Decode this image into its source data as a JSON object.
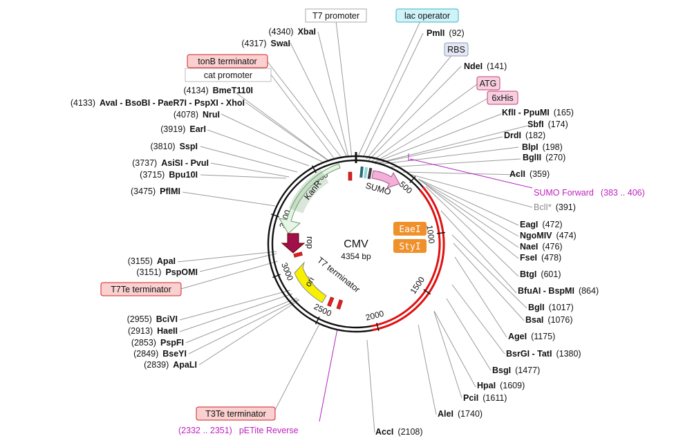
{
  "plasmid": {
    "name": "CMV",
    "length": "4354 bp",
    "total_bp": 4354
  },
  "colors": {
    "backbone": "#111111",
    "insert": "#e01010",
    "primer": "#b020c0",
    "line": "#9a9a9a"
  },
  "ticks": [
    {
      "bp": 500,
      "label": "500"
    },
    {
      "bp": 1000,
      "label": "1000"
    },
    {
      "bp": 1500,
      "label": "1500"
    },
    {
      "bp": 2000,
      "label": "2000"
    },
    {
      "bp": 2500,
      "label": "2500"
    },
    {
      "bp": 3000,
      "label": "3000"
    },
    {
      "bp": 3500,
      "label": "3500"
    },
    {
      "bp": 4000,
      "label": "4000"
    }
  ],
  "insert_region": {
    "start": 600,
    "end": 2050
  },
  "boxed_features": [
    {
      "text": "T7 promoter",
      "style": "plain"
    },
    {
      "text": "lac operator",
      "style": "cyan"
    },
    {
      "text": "RBS",
      "style": "lavender"
    },
    {
      "text": "ATG",
      "style": "pink"
    },
    {
      "text": "6xHis",
      "style": "pink"
    },
    {
      "text": "tonB terminator",
      "style": "red"
    },
    {
      "text": "cat promoter",
      "style": "plain"
    },
    {
      "text": "T7Te terminator",
      "style": "red"
    },
    {
      "text": "T3Te terminator",
      "style": "red"
    }
  ],
  "right_sites": [
    {
      "name": "PmlI",
      "pos": "(92)"
    },
    {
      "name": "NdeI",
      "pos": "(141)"
    },
    {
      "name": "KflI - PpuMI",
      "pos": "(165)"
    },
    {
      "name": "SbfI",
      "pos": "(174)"
    },
    {
      "name": "DrdI",
      "pos": "(182)"
    },
    {
      "name": "BlpI",
      "pos": "(198)"
    },
    {
      "name": "BglII",
      "pos": "(270)"
    },
    {
      "name": "AclI",
      "pos": "(359)"
    },
    {
      "name": "BclI*",
      "pos": "(391)",
      "grey": true
    },
    {
      "name": "EagI",
      "pos": "(472)"
    },
    {
      "name": "NgoMIV",
      "pos": "(474)"
    },
    {
      "name": "NaeI",
      "pos": "(476)"
    },
    {
      "name": "FseI",
      "pos": "(478)"
    },
    {
      "name": "BtgI",
      "pos": "(601)"
    },
    {
      "name": "BfuAI - BspMI",
      "pos": "(864)"
    },
    {
      "name": "BglI",
      "pos": "(1017)"
    },
    {
      "name": "BsaI",
      "pos": "(1076)"
    },
    {
      "name": "AgeI",
      "pos": "(1175)"
    },
    {
      "name": "BsrGI - TatI",
      "pos": "(1380)"
    },
    {
      "name": "BsgI",
      "pos": "(1477)"
    },
    {
      "name": "HpaI",
      "pos": "(1609)"
    },
    {
      "name": "PciI",
      "pos": "(1611)"
    },
    {
      "name": "AleI",
      "pos": "(1740)"
    },
    {
      "name": "AccI",
      "pos": "(2108)"
    }
  ],
  "left_sites": [
    {
      "pos": "(4340)",
      "name": "XbaI"
    },
    {
      "pos": "(4317)",
      "name": "SwaI"
    },
    {
      "pos": "(4134)",
      "name": "BmeT110I"
    },
    {
      "pos": "(4133)",
      "name": "AvaI - BsoBI - PaeR7I - PspXI - XhoI"
    },
    {
      "pos": "(4078)",
      "name": "NruI"
    },
    {
      "pos": "(3919)",
      "name": "EarI"
    },
    {
      "pos": "(3810)",
      "name": "SspI"
    },
    {
      "pos": "(3737)",
      "name": "AsiSI - PvuI"
    },
    {
      "pos": "(3715)",
      "name": "Bpu10I"
    },
    {
      "pos": "(3475)",
      "name": "PflMI"
    },
    {
      "pos": "(3155)",
      "name": "ApaI"
    },
    {
      "pos": "(3151)",
      "name": "PspOMI"
    },
    {
      "pos": "(2955)",
      "name": "BciVI"
    },
    {
      "pos": "(2913)",
      "name": "HaeII"
    },
    {
      "pos": "(2853)",
      "name": "PspFI"
    },
    {
      "pos": "(2849)",
      "name": "BseYI"
    },
    {
      "pos": "(2839)",
      "name": "ApaLI"
    }
  ],
  "primers": [
    {
      "name": "SUMO Forward",
      "range": "(383 .. 406)"
    },
    {
      "name": "pETite Reverse",
      "range": "(2332 .. 2351)"
    }
  ],
  "inner_features": [
    {
      "text": "KanR"
    },
    {
      "text": "SUMO"
    },
    {
      "text": "rop"
    },
    {
      "text": "ori"
    },
    {
      "text": "T7 terminator"
    }
  ],
  "enzyme_boxes": [
    {
      "text": "EaeI"
    },
    {
      "text": "StyI"
    }
  ]
}
